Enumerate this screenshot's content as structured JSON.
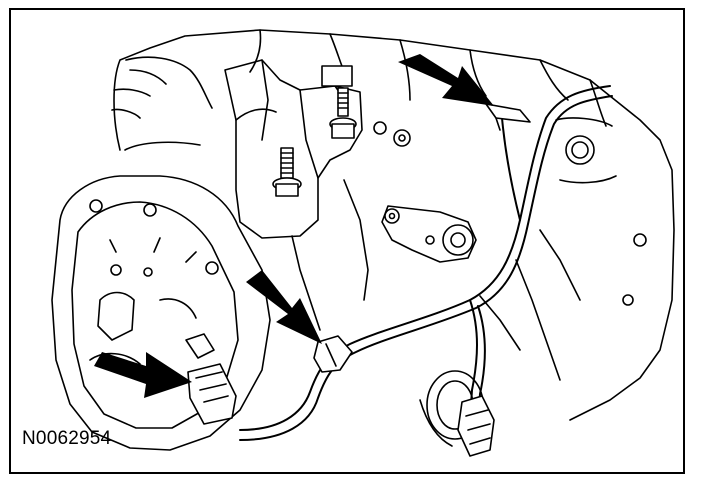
{
  "figure": {
    "id_label": "N0062954",
    "colors": {
      "ink": "#000000",
      "paper": "#ffffff"
    }
  },
  "callouts": [
    {
      "name": "arrow-upper-right",
      "target": "harness-clip-upper"
    },
    {
      "name": "arrow-middle",
      "target": "harness-connector-middle"
    },
    {
      "name": "arrow-lower-left",
      "target": "sensor-connector"
    }
  ]
}
